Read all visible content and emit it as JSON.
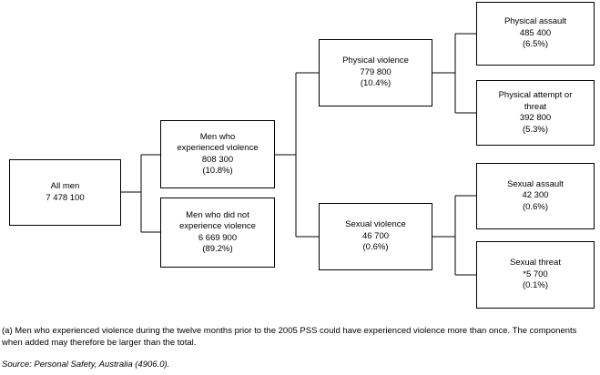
{
  "diagram": {
    "colors": {
      "line": "#000000",
      "text": "#000000",
      "background": "#ffffff"
    },
    "nodes": {
      "all_men": {
        "lines": [
          "All men",
          "7 478 100"
        ]
      },
      "experienced": {
        "lines": [
          "Men who",
          "experienced violence",
          "808 300",
          "(10.8%)"
        ]
      },
      "not_experienced": {
        "lines": [
          "Men who did not",
          "experience violence",
          "6 669 900",
          "(89.2%)"
        ]
      },
      "physical_violence": {
        "lines": [
          "Physical violence",
          "779 800",
          "(10.4%)"
        ]
      },
      "sexual_violence": {
        "lines": [
          "Sexual violence",
          "46 700",
          "(0.6%)"
        ]
      },
      "physical_assault": {
        "lines": [
          "Physical assault",
          "485 400",
          "(6.5%)"
        ]
      },
      "physical_attempt_or_threat": {
        "lines": [
          "Physical attempt or",
          "threat",
          "392 800",
          "(5.3%)"
        ]
      },
      "sexual_assault": {
        "lines": [
          "Sexual assault",
          "42 300",
          "(0.6%)"
        ]
      },
      "sexual_threat": {
        "lines": [
          "Sexual threat",
          "*5 700",
          "(0.1%)"
        ]
      }
    }
  },
  "footnotes": {
    "note_a": "(a) Men who experienced violence during the twelve months prior to the 2005 PSS could have experienced violence more than once. The components when added may therefore be larger than the total.",
    "source": "Source: Personal Safety, Australia (4906.0)."
  }
}
